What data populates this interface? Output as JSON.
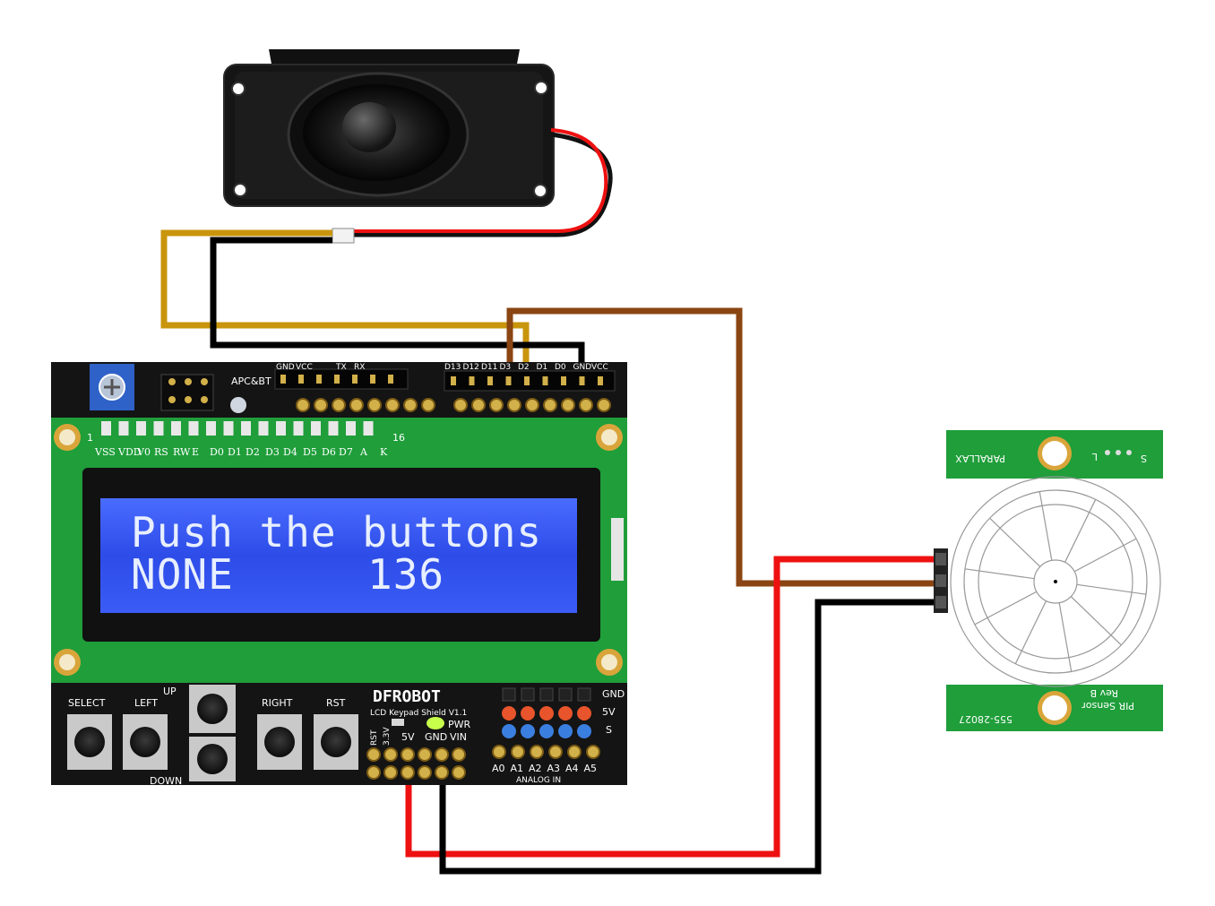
{
  "lcd": {
    "line1": "Push the buttons",
    "line2_left": "NONE",
    "line2_right": "136"
  },
  "shield": {
    "brand": "DFROBOT",
    "model": "LCD Keypad Shield V1.1",
    "apc_label": "APC&BT",
    "pin_1": "1",
    "pin_16": "16",
    "lcd_pins": [
      "VSS",
      "VDD",
      "V0",
      "RS",
      "RW",
      "E",
      "D0",
      "D1",
      "D2",
      "D3",
      "D4",
      "D5",
      "D6",
      "D7",
      "A",
      "K"
    ],
    "top_header_labels": [
      "GND",
      "VCC",
      "TX",
      "RX"
    ],
    "digital_labels": [
      "D13",
      "D12",
      "D11",
      "D3",
      "D2",
      "D1",
      "D0",
      "GND",
      "VCC"
    ],
    "buttons": {
      "select": "SELECT",
      "left": "LEFT",
      "up": "UP",
      "down": "DOWN",
      "right": "RIGHT",
      "rst": "RST"
    },
    "pwr": "PWR",
    "rst_side": "RST",
    "v33": "3.3V",
    "v5": "5V",
    "gnd": "GND",
    "vin": "VIN",
    "analog_labels": [
      "A0",
      "A1",
      "A2",
      "A3",
      "A4",
      "A5"
    ],
    "analog_in": "ANALOG IN",
    "side_gnd": "GND",
    "side_5v": "5V",
    "side_s": "S"
  },
  "pir": {
    "brand": "PARALLAX",
    "part": "555-28027",
    "name": "PIR Sensor",
    "rev": "Rev B",
    "pins_label": "S",
    "l_label": "L"
  },
  "colors": {
    "wire_gold": "#c9950c",
    "wire_black": "#000000",
    "wire_red": "#ee1111",
    "wire_brown": "#8a4513",
    "board_green": "#1f9e3a",
    "lcd_blue": "#2f4fe0"
  }
}
